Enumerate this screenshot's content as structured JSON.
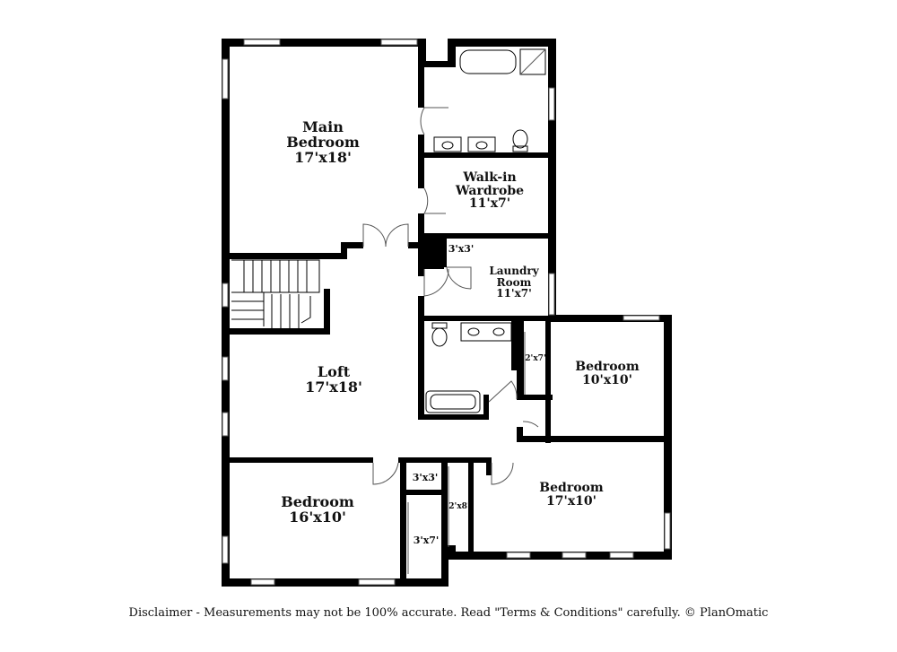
{
  "rooms": {
    "main_bedroom": {
      "name_line1": "Main",
      "name_line2": "Bedroom",
      "size": "17'x18'"
    },
    "walk_in": {
      "name_line1": "Walk-in",
      "name_line2": "Wardrobe",
      "size": "11'x7'"
    },
    "laundry": {
      "name_line1": "Laundry",
      "name_line2": "Room",
      "size": "11'x7'"
    },
    "closet_3x3_upper": {
      "size": "3'x3'"
    },
    "loft": {
      "name": "Loft",
      "size": "17'x18'"
    },
    "bedroom_right": {
      "name": "Bedroom",
      "size": "10'x10'"
    },
    "closet_2x7": {
      "size": "2'x7'"
    },
    "bedroom_left": {
      "name": "Bedroom",
      "size": "16'x10'"
    },
    "closet_3x3_lower": {
      "size": "3'x3'"
    },
    "closet_3x7": {
      "size": "3'x7'"
    },
    "closet_2x8": {
      "size": "2'x8'"
    },
    "bedroom_lower_right": {
      "name": "Bedroom",
      "size": "17'x10'"
    }
  },
  "disclaimer": "Disclaimer - Measurements may not be 100% accurate. Read \"Terms & Conditions\" carefully. © PlanOmatic",
  "colors": {
    "wall": "#000000",
    "background": "#ffffff"
  }
}
